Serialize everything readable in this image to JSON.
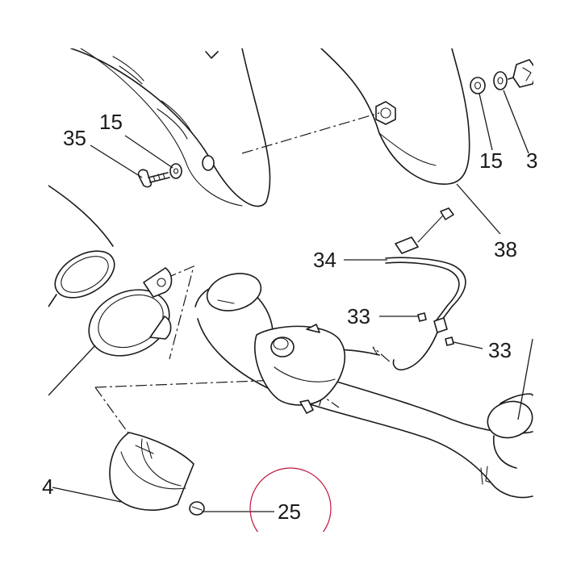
{
  "callouts": {
    "c35": "35",
    "c15_left": "15",
    "c15_right": "15",
    "c3_partial": "3",
    "c38": "38",
    "c34": "34",
    "c33_left": "33",
    "c33_right": "33",
    "c25": "25",
    "c4_partial": "4"
  },
  "colors": {
    "line": "#1a1a1a",
    "highlight_circle": "#c0143c",
    "background": "#ffffff"
  }
}
